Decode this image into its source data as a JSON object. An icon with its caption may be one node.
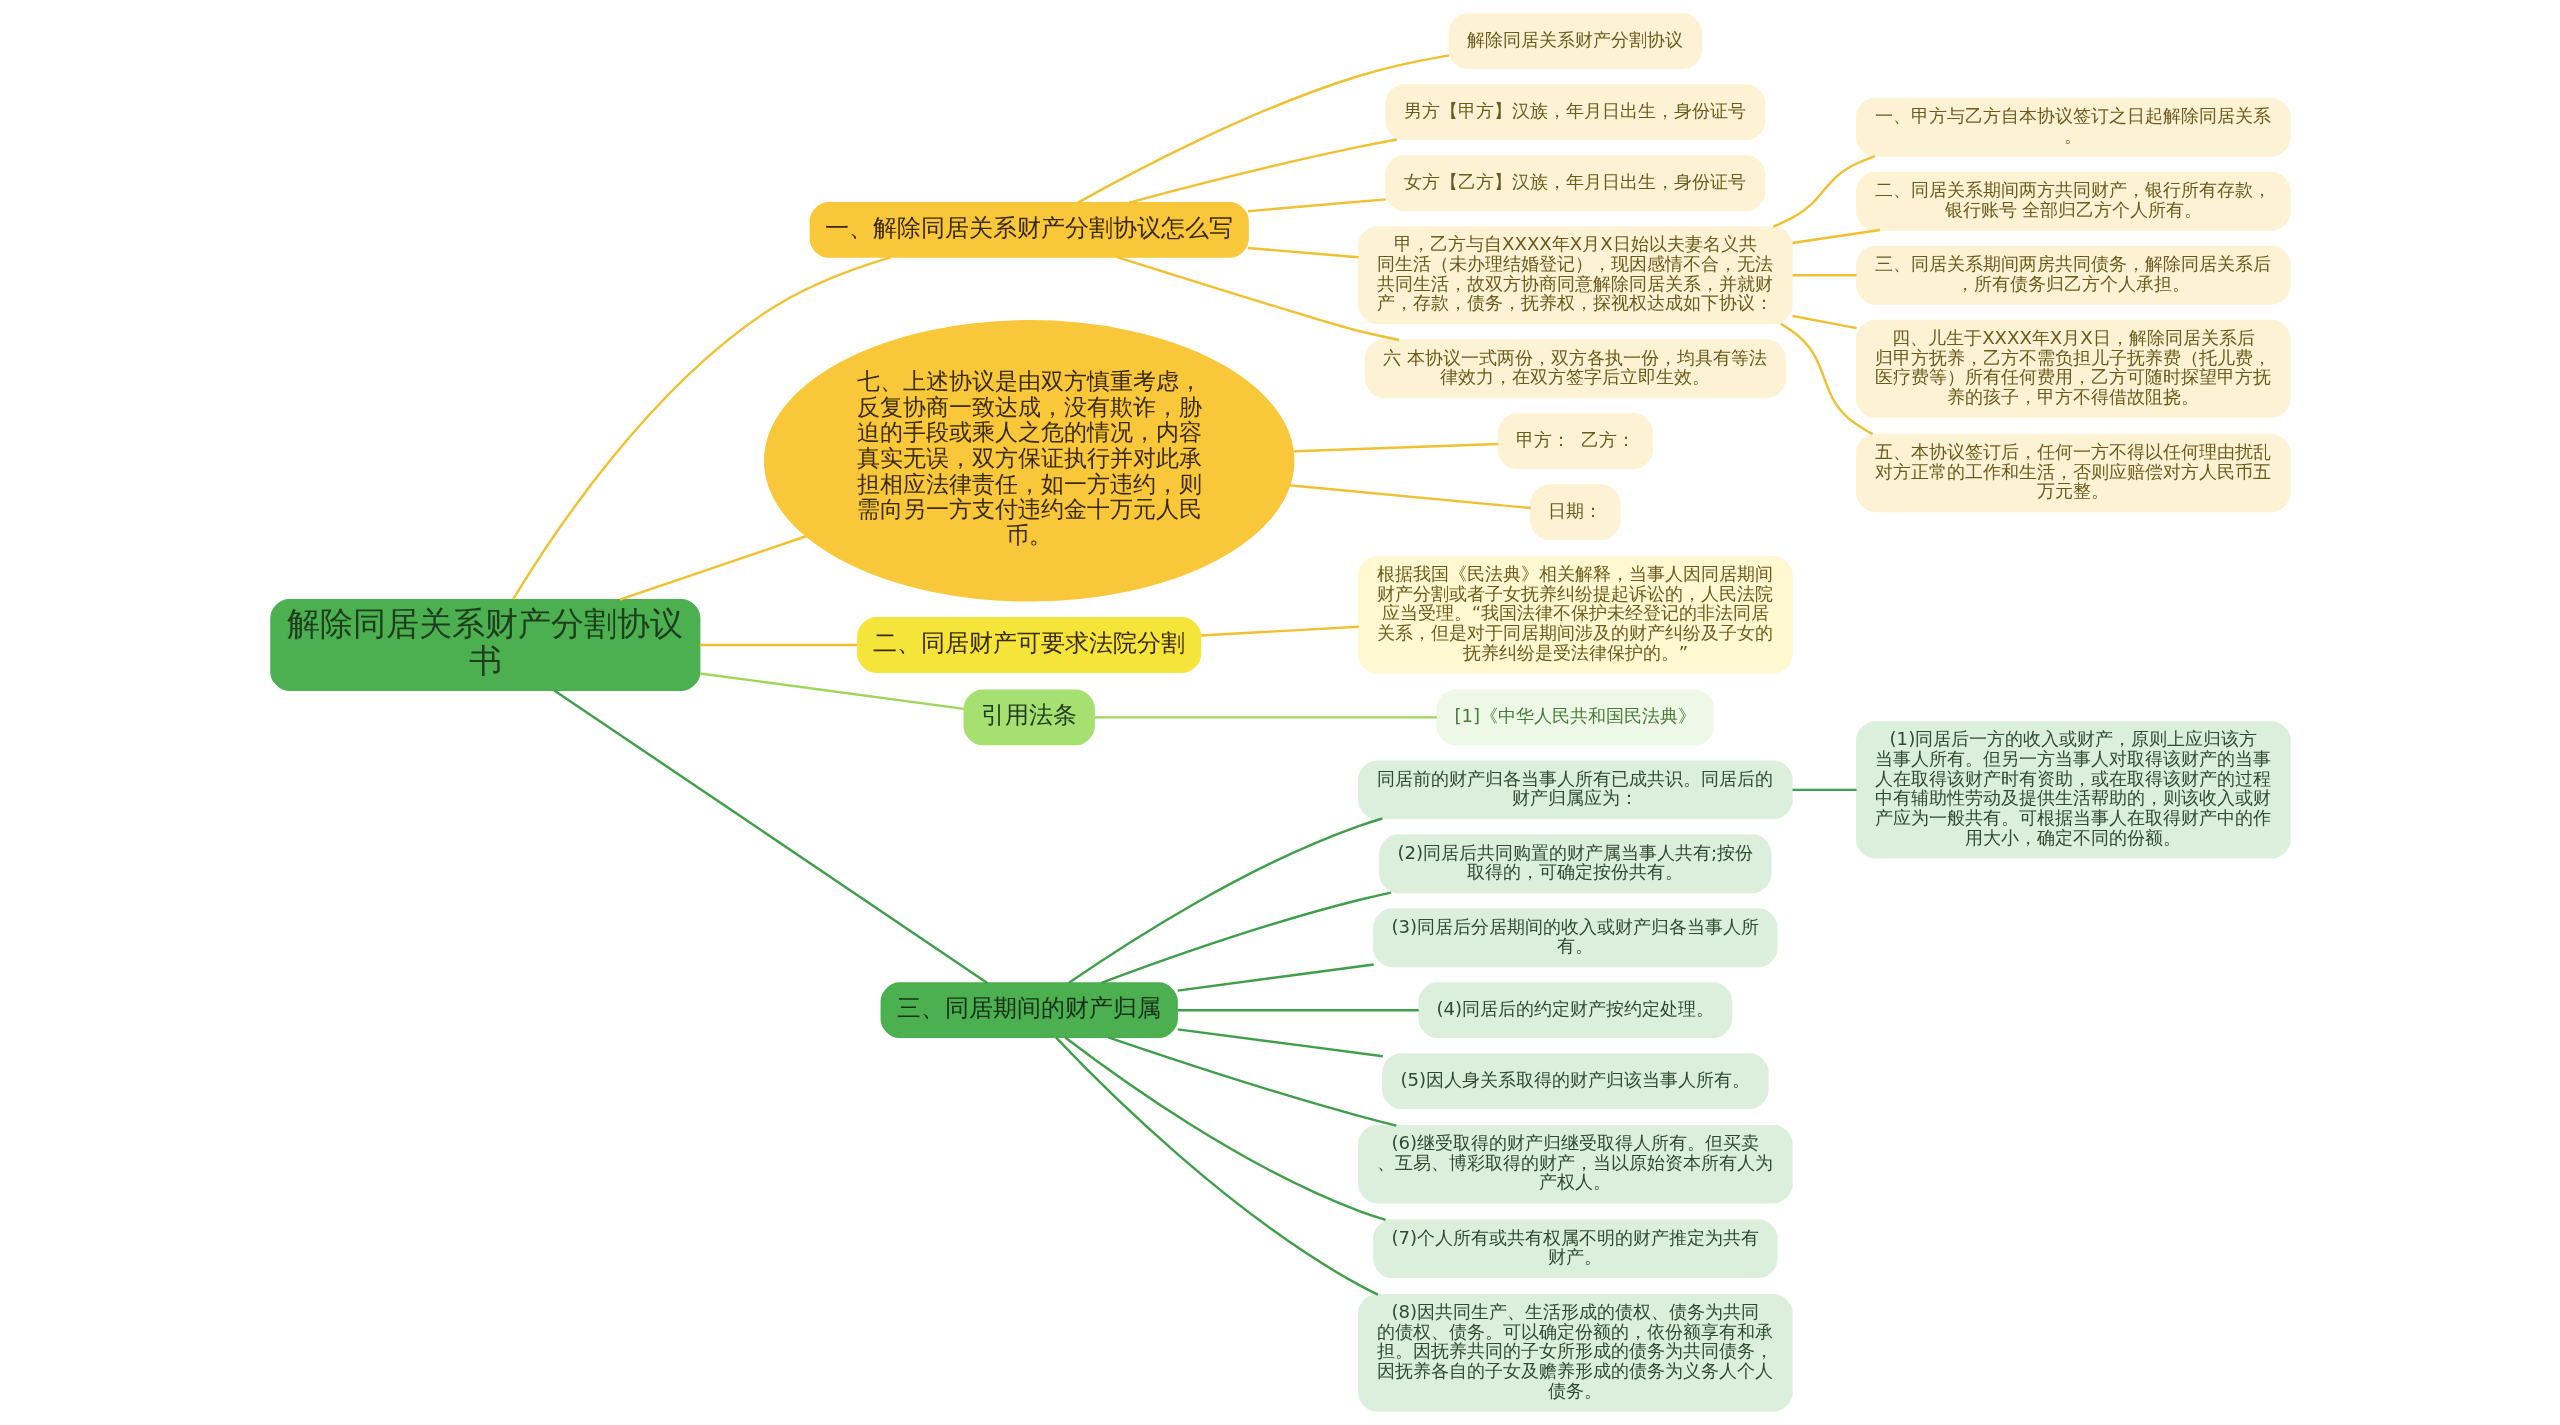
{
  "diagram": {
    "nodes": [
      {
        "text": [
          "解除同居关系财产分割协议书"
        ]
      },
      {
        "text": [
          "一、解除同居关系财产分割协议怎么写"
        ]
      },
      {
        "text": [
          "解除同居关系财产分割协议"
        ]
      },
      {
        "text": [
          "男方【甲方】汉族，年月日出生，身份证号"
        ]
      },
      {
        "text": [
          "女方【乙方】汉族，年月日出生，身份证号"
        ]
      },
      {
        "text": [
          "甲，乙方与自XXXX年X月X日始以夫妻名义共同生活（未办理结婚登记），现因感情不合，无法共同生活，故双方协商同意解除同居关系，并就财产，存款，债务，抚养权，探视权达成如下协议："
        ]
      },
      {
        "text": [
          "一、甲方与乙方自本协议签订之日起解除同居关系。"
        ]
      },
      {
        "text": [
          "二、同居关系期间两方共同财产，银行所有存款，银行账号 全部归乙方个人所有。"
        ]
      },
      {
        "text": [
          "三、同居关系期间两房共同债务，解除同居关系后，所有债务归乙方个人承担。"
        ]
      },
      {
        "text": [
          "四、儿生于XXXX年X月X日，解除同居关系后归甲方抚养，乙方不需负担儿子抚养费（托儿费，医疗费等）所有任何费用，乙方可随时探望甲方抚养的孩子，甲方不得借故阻挠。"
        ]
      },
      {
        "text": [
          "五、本协议签订后，任何一方不得以任何理由扰乱对方正常的工作和生活，否则应赔偿对方人民币五万元整。"
        ]
      },
      {
        "text": [
          "六 本协议一式两份，双方各执一份，均具有等法律效力，在双方签字后立即生效。"
        ]
      },
      {
        "text": [
          "七、上述协议是由双方慎重考虑，反复协商一致达成，没有欺诈，胁迫的手段或乘人之危的情况，内容真实无误，双方保证执行并对此承担相应法律责任，如一方违约，则需向另一方支付违约金十万元人民币。"
        ]
      },
      {
        "text": [
          "甲方：  乙方："
        ]
      },
      {
        "text": [
          "日期："
        ]
      },
      {
        "text": [
          "二、同居财产可要求法院分割"
        ]
      },
      {
        "text": [
          "根据我国《民法典》相关解释，当事人因同居期间财产分割或者子女抚养纠纷提起诉讼的，人民法院应当受理。“我国法律不保护未经登记的非法同居关系，但是对于同居期间涉及的财产纠纷及子女的抚养纠纷是受法律保护的。”"
        ]
      },
      {
        "text": [
          "引用法条"
        ]
      },
      {
        "text": [
          "[1]《中华人民共和国民法典》"
        ]
      },
      {
        "text": [
          "三、同居期间的财产归属"
        ]
      },
      {
        "text": [
          "同居前的财产归各当事人所有已成共识。同居后的财产归属应为："
        ]
      },
      {
        "text": [
          "(1)同居后一方的收入或财产，原则上应归该方当事人所有。但另一方当事人对取得该财产的当事人在取得该财产时有资助，或在取得该财产的过程中有辅助性劳动及提供生活帮助的，则该收入或财产应为一般共有。可根据当事人在取得财产中的作用大小，确定不同的份额。"
        ]
      },
      {
        "text": [
          "(2)同居后共同购置的财产属当事人共有;按份取得的，可确定按份共有。"
        ]
      },
      {
        "text": [
          "(3)同居后分居期间的收入或财产归各当事人所有。"
        ]
      },
      {
        "text": [
          "(4)同居后的约定财产按约定处理。"
        ]
      },
      {
        "text": [
          "(5)因人身关系取得的财产归该当事人所有。"
        ]
      },
      {
        "text": [
          "(6)继受取得的财产归继受取得人所有。但买卖、互易、博彩取得的财产，当以原始资本所有人为产权人。"
        ]
      },
      {
        "text": [
          "(7)个人所有或共有权属不明的财产推定为共有财产。"
        ]
      },
      {
        "text": [
          "(8)因共同生产、生活形成的债权、债务为共同的债权、债务。可以确定份额的，依份额享有和承担。因抚养共同的子女所形成的债务为共同债务，因抚养各自的子女及赡养形成的债务为义务人个人债务。"
        ]
      }
    ],
    "edges": [
      {
        "from": 0,
        "to": 1,
        "arrow": "none"
      },
      {
        "from": 1,
        "to": 2,
        "arrow": "none"
      },
      {
        "from": 1,
        "to": 3,
        "arrow": "none"
      },
      {
        "from": 1,
        "to": 4,
        "arrow": "none"
      },
      {
        "from": 1,
        "to": 5,
        "arrow": "none"
      },
      {
        "from": 5,
        "to": 6,
        "arrow": "none"
      },
      {
        "from": 5,
        "to": 7,
        "arrow": "none"
      },
      {
        "from": 5,
        "to": 8,
        "arrow": "none"
      },
      {
        "from": 5,
        "to": 9,
        "arrow": "none"
      },
      {
        "from": 5,
        "to": 10,
        "arrow": "none"
      },
      {
        "from": 1,
        "to": 11,
        "arrow": "none"
      },
      {
        "from": 0,
        "to": 12,
        "arrow": "none"
      },
      {
        "from": 12,
        "to": 13,
        "arrow": "none"
      },
      {
        "from": 12,
        "to": 14,
        "arrow": "none"
      },
      {
        "from": 0,
        "to": 15,
        "arrow": "none"
      },
      {
        "from": 15,
        "to": 16,
        "arrow": "none"
      },
      {
        "from": 0,
        "to": 17,
        "arrow": "none",
        "color": "#9ed65a"
      },
      {
        "from": 17,
        "to": 18,
        "arrow": "none",
        "color": "#9ed65a"
      },
      {
        "from": 0,
        "to": 19,
        "arrow": "none",
        "color": "#3f9e4a"
      },
      {
        "from": 19,
        "to": 20,
        "arrow": "none",
        "color": "#3f9e4a"
      },
      {
        "from": 20,
        "to": 21,
        "arrow": "none",
        "color": "#3f9e4a"
      },
      {
        "from": 19,
        "to": 22,
        "arrow": "none",
        "color": "#3f9e4a"
      },
      {
        "from": 19,
        "to": 23,
        "arrow": "none",
        "color": "#3f9e4a"
      },
      {
        "from": 19,
        "to": 24,
        "arrow": "none",
        "color": "#3f9e4a"
      },
      {
        "from": 19,
        "to": 25,
        "arrow": "none",
        "color": "#3f9e4a"
      },
      {
        "from": 19,
        "to": 26,
        "arrow": "none",
        "color": "#3f9e4a"
      },
      {
        "from": 19,
        "to": 27,
        "arrow": "none",
        "color": "#3f9e4a"
      },
      {
        "from": 19,
        "to": 28,
        "arrow": "none",
        "color": "#3f9e4a"
      }
    ]
  }
}
